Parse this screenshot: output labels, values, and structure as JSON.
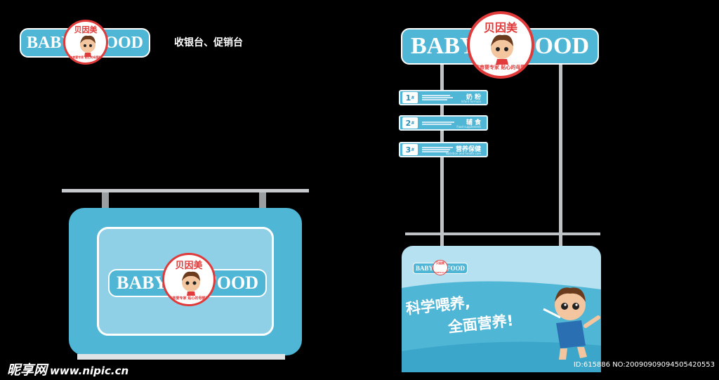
{
  "title": "收银台、促销台",
  "logo": {
    "left_word": "BABY",
    "right_word": "FOOD",
    "brand_cn": "贝因美",
    "slogan": "您的育婴专家 贴心的母婴顾问"
  },
  "signs": [
    {
      "num": "1",
      "sup": "#",
      "category": "奶 粉",
      "sub": "Infant formula"
    },
    {
      "num": "2",
      "sup": "#",
      "category": "辅 食",
      "sub": "Food supplement"
    },
    {
      "num": "3",
      "sup": "#",
      "category": "营养保健",
      "sub": "Nutrition and health care"
    }
  ],
  "promo": {
    "line1": "科学喂养,",
    "line2": "全面营养!"
  },
  "watermark": {
    "site_cn": "昵享网",
    "url": "www.nipic.cn",
    "id": "ID:615886 NO:20090909094505420553"
  },
  "colors": {
    "background": "#000000",
    "counter_blue": "#4fb6d6",
    "panel_light": "#8fd0e6",
    "brand_red": "#e03a3a"
  }
}
